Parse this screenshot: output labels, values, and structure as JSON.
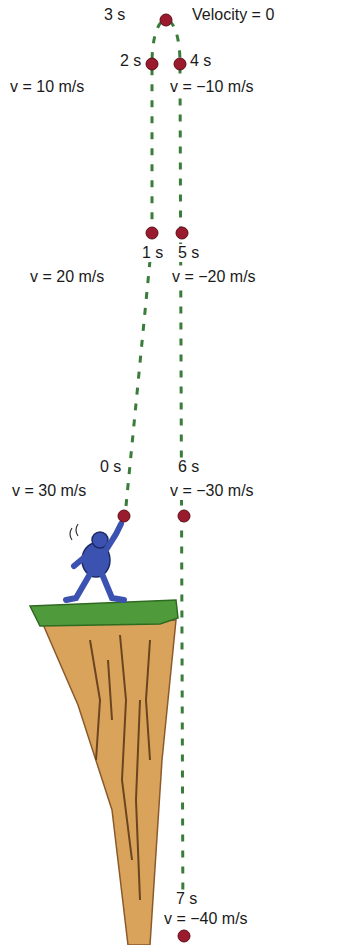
{
  "diagram": {
    "labels": [
      "3 s",
      "Velocity = 0",
      "2 s",
      "4 s",
      "v = 10 m/s",
      "v = −10 m/s",
      "1 s",
      "5 s",
      "v = 20 m/s",
      "v = −20 m/s",
      "0 s",
      "6 s",
      "v = 30 m/s",
      "v = −30 m/s",
      "7 s",
      "v = −40 m/s"
    ]
  }
}
